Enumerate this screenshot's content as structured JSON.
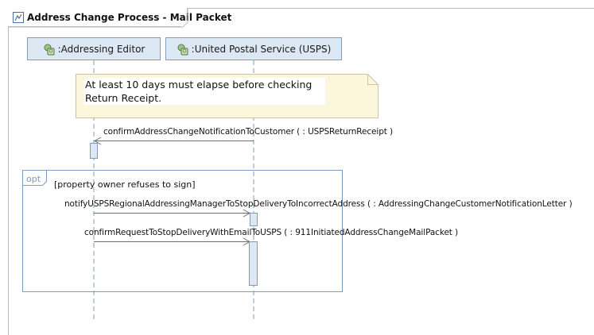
{
  "diagram": {
    "title": "Address Change Process - Mail Packet"
  },
  "lifelines": [
    {
      "name": ":Addressing Editor",
      "icon": "role-icon"
    },
    {
      "name": ":United Postal Service (USPS)",
      "icon": "role-icon"
    }
  ],
  "note": {
    "text": "At least 10 days must elapse before checking Return Receipt."
  },
  "messages": [
    {
      "label": "confirmAddressChangeNotificationToCustomer (  : USPSReturnReceipt )",
      "from": 1,
      "to": 0
    },
    {
      "label": "notifyUSPSRegionalAddressingManagerToStopDeliveryToIncorrectAddress (  : AddressingChangeCustomerNotificationLetter )",
      "from": 0,
      "to": 1
    },
    {
      "label": "confirmRequestToStopDeliveryWithEmailToUSPS (  : 911InitiatedAddressChangeMailPacket )",
      "from": 0,
      "to": 1
    }
  ],
  "fragment": {
    "operator": "opt",
    "guard": "[property owner refuses to sign]"
  },
  "colors": {
    "lifeline_fill": "#dde8f5",
    "lifeline_border": "#7f9db9",
    "note_fill": "#fbf6dc",
    "activation_fill": "#dde8f5"
  }
}
